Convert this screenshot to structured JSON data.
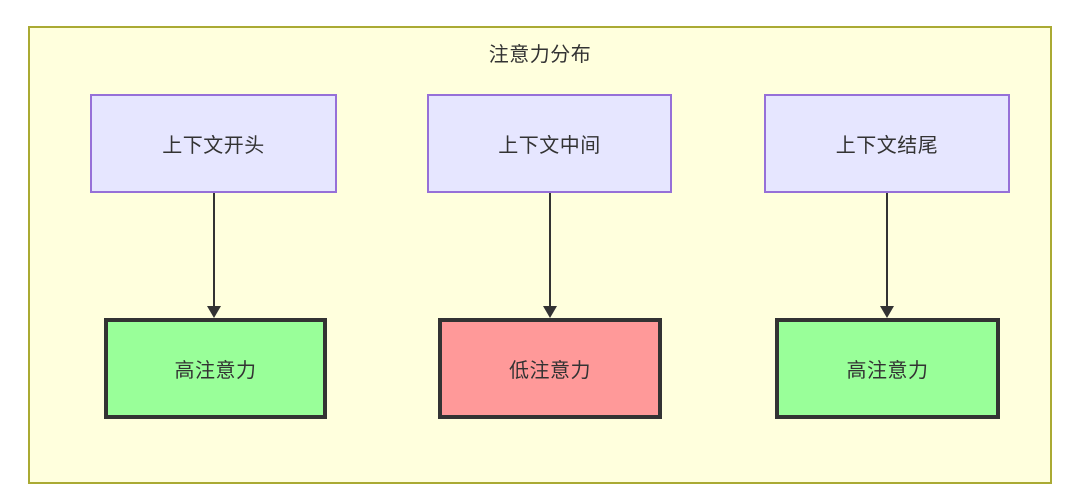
{
  "diagram": {
    "title": "注意力分布",
    "colors": {
      "container_fill": "#ffffdd",
      "container_border": "#aaaa33",
      "context_fill": "#e6e6ff",
      "context_border": "#9670d8",
      "high_fill": "#99ff99",
      "low_fill": "#ff9999",
      "node_border_dark": "#333333",
      "edge": "#333333",
      "text": "#333333"
    },
    "context_nodes": [
      {
        "label": "上下文开头"
      },
      {
        "label": "上下文中间"
      },
      {
        "label": "上下文结尾"
      }
    ],
    "attention_nodes": [
      {
        "label": "高注意力",
        "level": "high"
      },
      {
        "label": "低注意力",
        "level": "low"
      },
      {
        "label": "高注意力",
        "level": "high"
      }
    ],
    "edges": [
      {
        "from": "上下文开头",
        "to": "高注意力"
      },
      {
        "from": "上下文中间",
        "to": "低注意力"
      },
      {
        "from": "上下文结尾",
        "to": "高注意力"
      }
    ]
  }
}
